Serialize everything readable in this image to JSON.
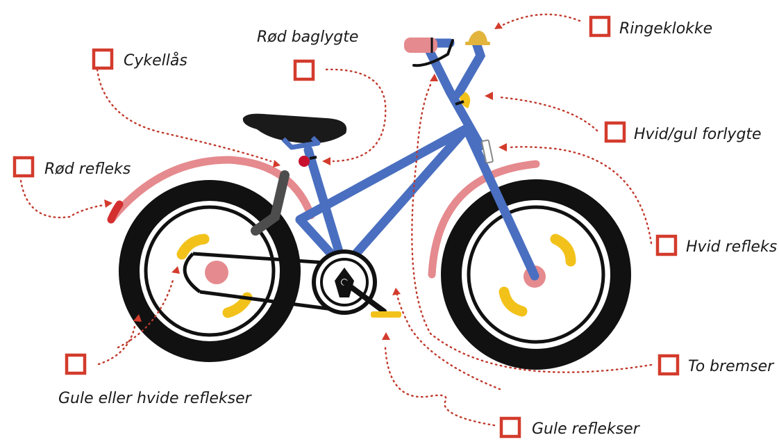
{
  "labels": {
    "ringeklokke": "Ringeklokke",
    "cykellas": "Cykellås",
    "rod_baglygte": "Rød baglygte",
    "hvid_gul_forlygte": "Hvid/gul forlygte",
    "rod_refleks": "Rød refleks",
    "hvid_refleks": "Hvid refleks",
    "to_bremser": "To bremser",
    "gule_eller_hvide_reflekser": "Gule eller hvide reflekser",
    "gule_reflekser": "Gule reflekser"
  },
  "colors": {
    "frame": "#4a6fc0",
    "tire": "#111111",
    "fender": "#e58a8e",
    "reflector_yellow": "#f2c21b",
    "box_red": "#d33b2c",
    "tail_light": "#c8102e"
  }
}
